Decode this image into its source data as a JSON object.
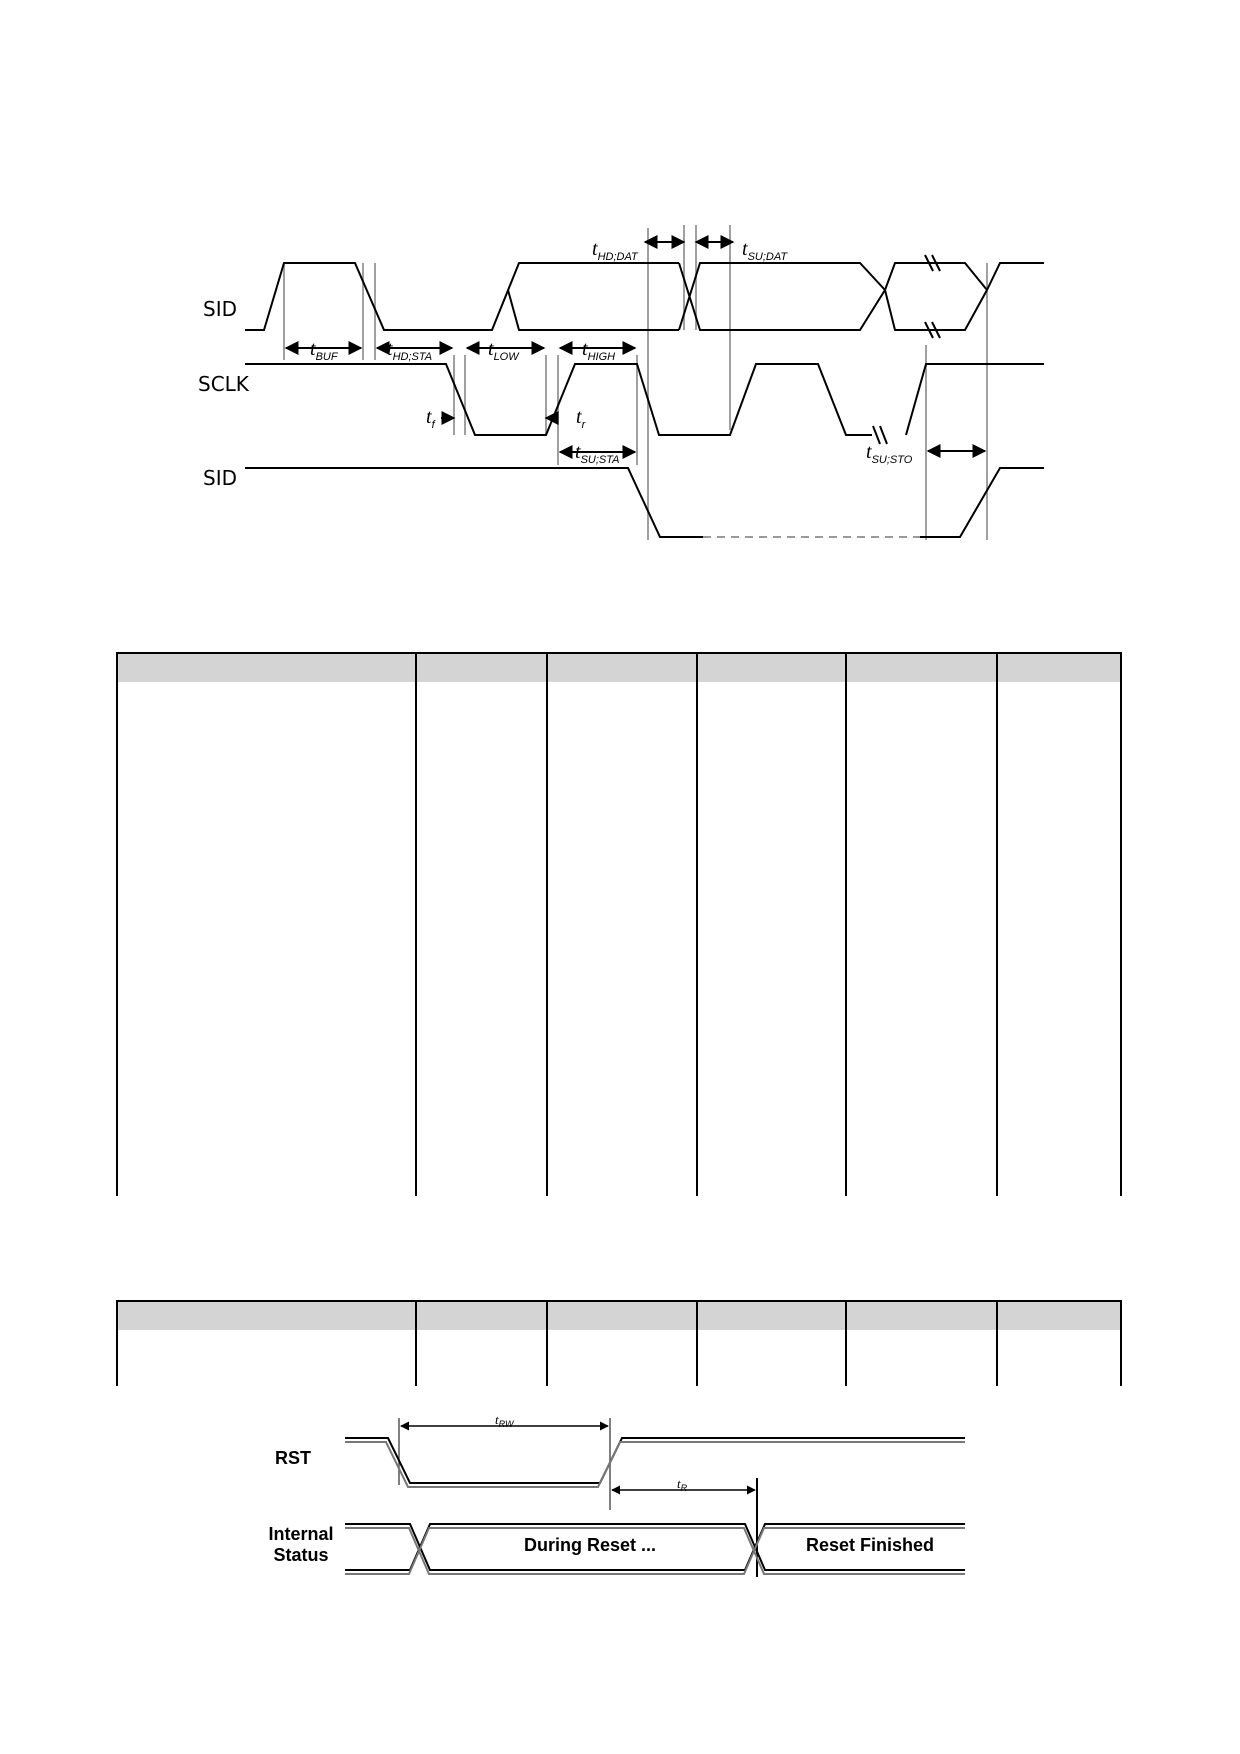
{
  "timing_diagram": {
    "signals": [
      "SID",
      "SCLK",
      "SID"
    ],
    "params": [
      {
        "sym": "t",
        "sub": "HD;DAT"
      },
      {
        "sym": "t",
        "sub": "SU;DAT"
      },
      {
        "sym": "t",
        "sub": "BUF"
      },
      {
        "sym": "t",
        "sub": "HD;STA"
      },
      {
        "sym": "t",
        "sub": "LOW"
      },
      {
        "sym": "t",
        "sub": "HIGH"
      },
      {
        "sym": "t",
        "sub": "f"
      },
      {
        "sym": "t",
        "sub": "r"
      },
      {
        "sym": "t",
        "sub": "SU;STA"
      },
      {
        "sym": "t",
        "sub": "SU;STO"
      }
    ]
  },
  "table1": {
    "columns": 6,
    "header_color": "#d4d4d4"
  },
  "table2": {
    "columns": 6,
    "header_color": "#d4d4d4"
  },
  "reset_diagram": {
    "rst_label": "RST",
    "status_label": [
      "Internal",
      "Status"
    ],
    "during_label": "During Reset ...",
    "finished_label": "Reset Finished",
    "params": [
      {
        "sym": "t",
        "sub": "RW"
      },
      {
        "sym": "t",
        "sub": "R"
      }
    ]
  }
}
